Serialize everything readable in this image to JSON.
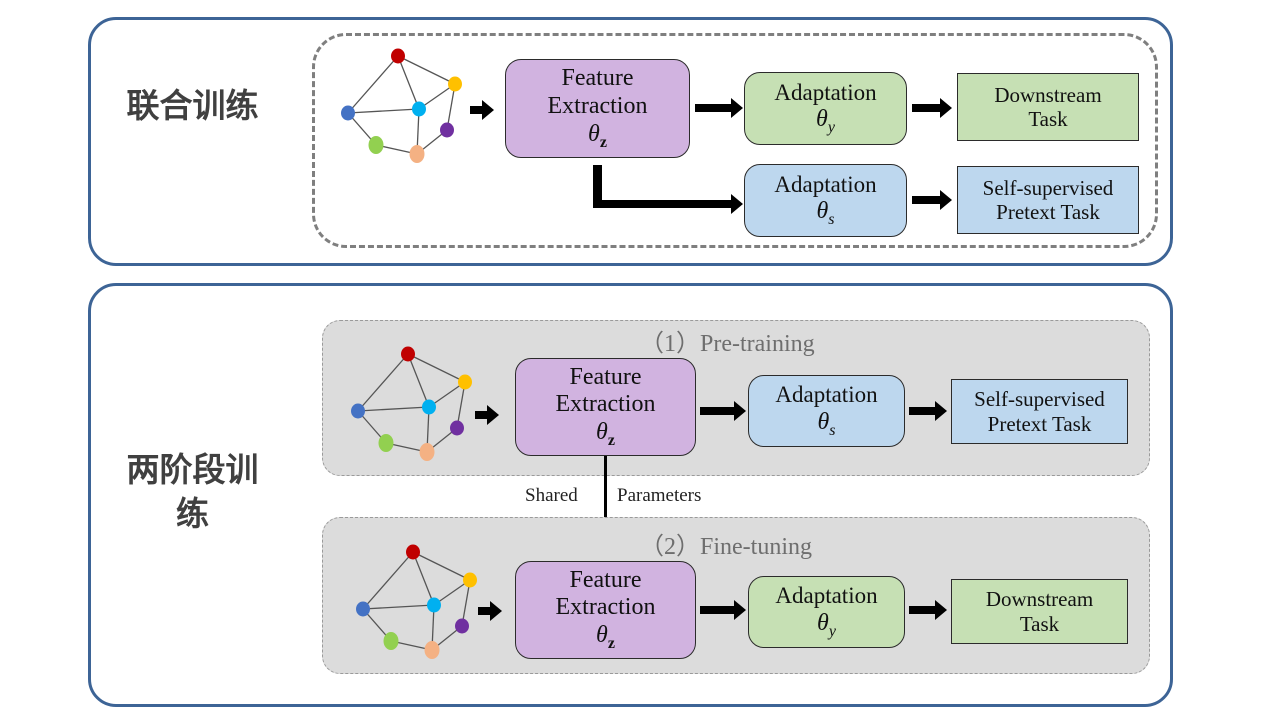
{
  "colors": {
    "panel_border": "#3d6496",
    "feature_box": "#d1b3e0",
    "downstream_box": "#c6e0b4",
    "pretext_box": "#bdd7ee",
    "stage_background": "#dcdcdc"
  },
  "joint_training": {
    "label": "联合训练",
    "feature_extraction": {
      "line1": "Feature",
      "line2": "Extraction",
      "theta": "θ",
      "sub": "z"
    },
    "adaptation_downstream": {
      "line1": "Adaptation",
      "theta": "θ",
      "sub": "y"
    },
    "downstream_task": {
      "line1": "Downstream",
      "line2": "Task"
    },
    "adaptation_pretext": {
      "line1": "Adaptation",
      "theta": "θ",
      "sub": "s"
    },
    "pretext_task": {
      "line1": "Self-supervised",
      "line2": "Pretext Task"
    }
  },
  "two_stage_training": {
    "label_line1": "两阶段训",
    "label_line2": "练",
    "pretraining": {
      "title": "（1）Pre-training",
      "feature_extraction": {
        "line1": "Feature",
        "line2": "Extraction",
        "theta": "θ",
        "sub": "z"
      },
      "adaptation": {
        "line1": "Adaptation",
        "theta": "θ",
        "sub": "s"
      },
      "task": {
        "line1": "Self-supervised",
        "line2": "Pretext Task"
      }
    },
    "shared_left": "Shared",
    "shared_right": "Parameters",
    "finetuning": {
      "title": "（2）Fine-tuning",
      "feature_extraction": {
        "line1": "Feature",
        "line2": "Extraction",
        "theta": "θ",
        "sub": "z"
      },
      "adaptation": {
        "line1": "Adaptation",
        "theta": "θ",
        "sub": "y"
      },
      "task": {
        "line1": "Downstream",
        "line2": "Task"
      }
    }
  },
  "graph_nodes": [
    {
      "name": "red",
      "color": "#c00000"
    },
    {
      "name": "yellow",
      "color": "#ffc000"
    },
    {
      "name": "blue",
      "color": "#4472c4"
    },
    {
      "name": "cyan",
      "color": "#00b0f0"
    },
    {
      "name": "purple",
      "color": "#7030a0"
    },
    {
      "name": "green",
      "color": "#92d050"
    },
    {
      "name": "orange",
      "color": "#f4b183"
    }
  ]
}
